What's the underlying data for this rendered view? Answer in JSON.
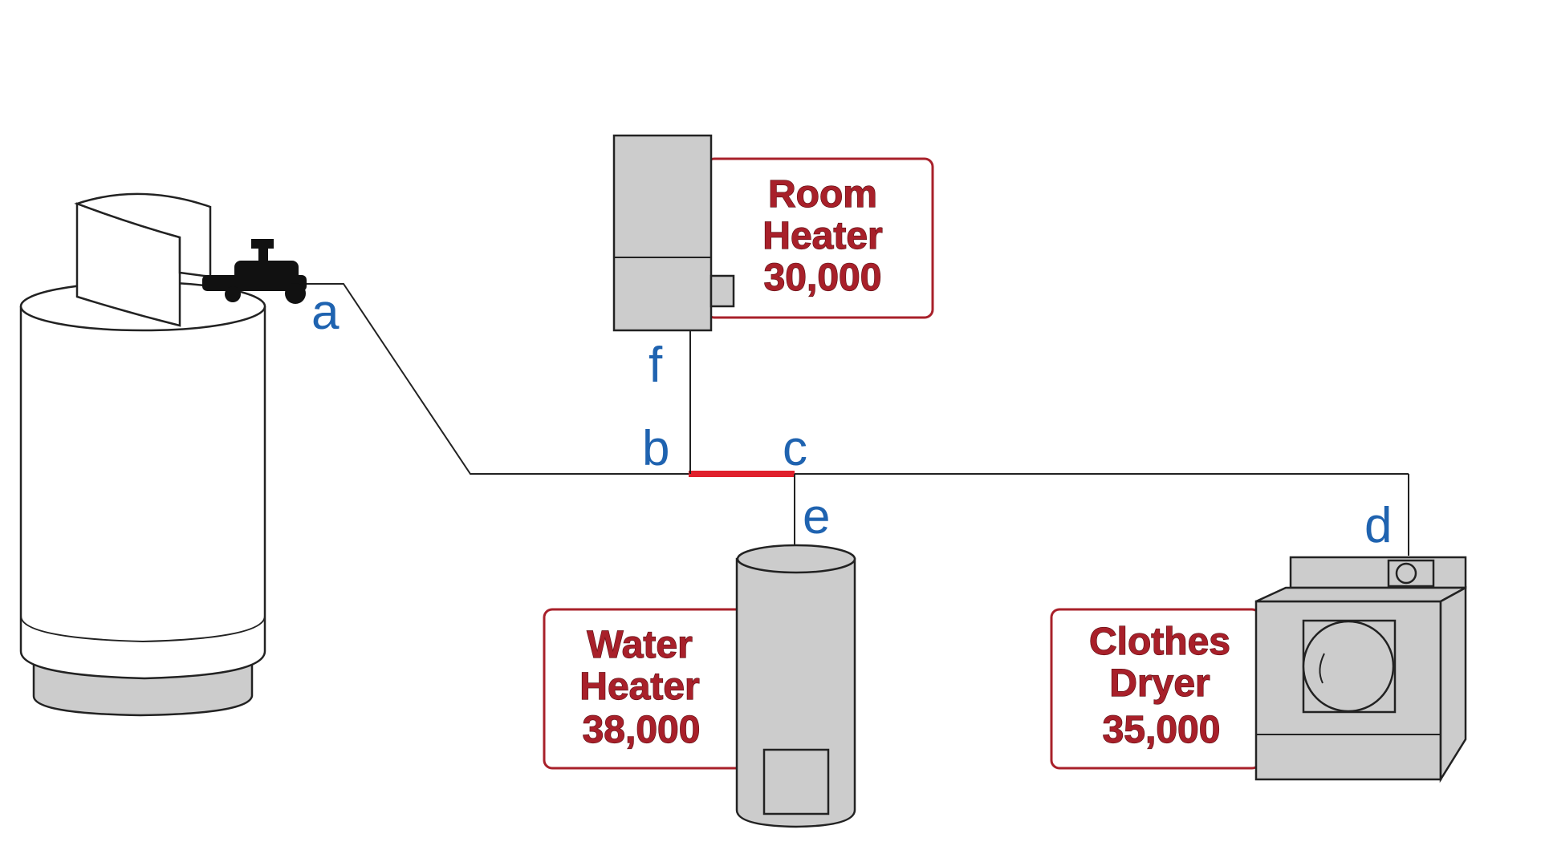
{
  "points": {
    "a": "a",
    "b": "b",
    "c": "c",
    "d": "d",
    "e": "e",
    "f": "f"
  },
  "appliances": {
    "room_heater": {
      "line1": "Room",
      "line2": "Heater",
      "btu": "30,000"
    },
    "water_heater": {
      "line1": "Water",
      "line2": "Heater",
      "btu": "38,000"
    },
    "clothes_dryer": {
      "line1": "Clothes",
      "line2": "Dryer",
      "btu": "35,000"
    }
  },
  "colors": {
    "label_blue": "#1f63b0",
    "callout_red": "#a8202a",
    "highlight_pipe": "#e0202c",
    "appliance_gray": "#cccccc"
  },
  "highlighted_segment": "b-c"
}
